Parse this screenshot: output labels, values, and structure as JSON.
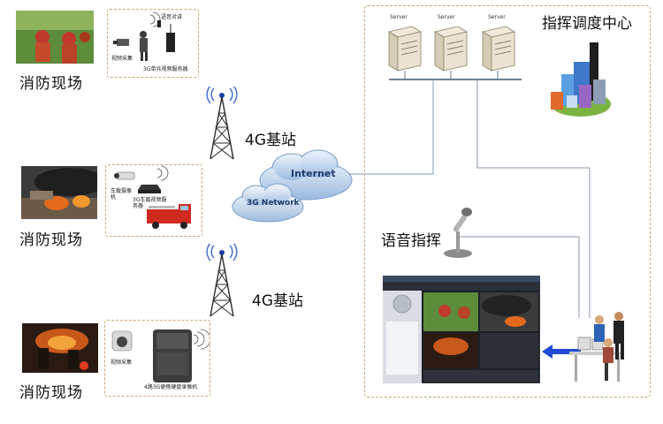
{
  "scenes": [
    {
      "label": "消防现场"
    },
    {
      "label": "消防现场"
    },
    {
      "label": "消防现场"
    }
  ],
  "devices": {
    "top": {
      "walkie": "语音对讲",
      "video": "视频采集",
      "server": "3G单兵视频服务器"
    },
    "middle": {
      "camera": "车载摄像机",
      "server": "3G车载视频服务器"
    },
    "bottom": {
      "video": "视频采集",
      "recorder": "4路3G便携硬盘录像机"
    }
  },
  "stations": [
    {
      "label": "4G基站"
    },
    {
      "label": "4G基站"
    }
  ],
  "network": {
    "internet": "Internet",
    "threeg": "3G Network"
  },
  "center": {
    "title": "指挥调度中心",
    "servers": [
      "Server",
      "Server",
      "Server"
    ],
    "voice": "语音指挥"
  },
  "colors": {
    "link": "#7d8da0",
    "accent": "#1f49d6",
    "dash": "#c8a878"
  }
}
